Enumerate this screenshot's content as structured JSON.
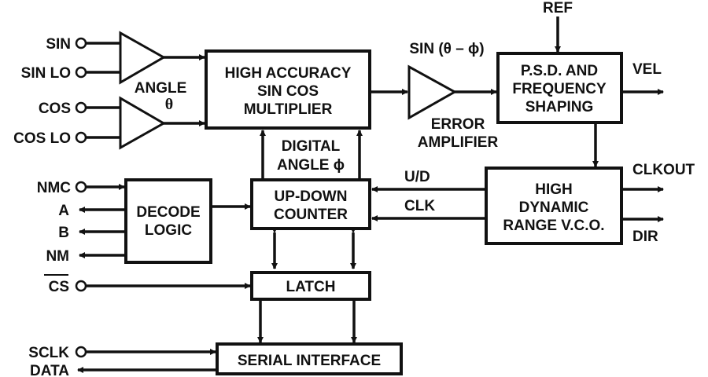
{
  "diagram": {
    "type": "block-diagram",
    "inputs": {
      "sin": "SIN",
      "sin_lo": "SIN LO",
      "cos": "COS",
      "cos_lo": "COS LO",
      "nmc": "NMC",
      "cs": "CS",
      "sclk": "SCLK",
      "ref": "REF"
    },
    "outputs": {
      "a": "A",
      "b": "B",
      "nm": "NM",
      "data": "DATA",
      "vel": "VEL",
      "clkout": "CLKOUT",
      "dir": "DIR"
    },
    "blocks": {
      "multiplier": [
        "HIGH ACCURACY",
        "SIN COS",
        "MULTIPLIER"
      ],
      "psd": [
        "P.S.D. AND",
        "FREQUENCY",
        "SHAPING"
      ],
      "vco": [
        "HIGH",
        "DYNAMIC",
        "RANGE V.C.O."
      ],
      "decode": [
        "DECODE",
        "LOGIC"
      ],
      "counter": [
        "UP-DOWN",
        "COUNTER"
      ],
      "latch": "LATCH",
      "serial": "SERIAL INTERFACE"
    },
    "annotations": {
      "angle_theta_word": "ANGLE",
      "angle_theta_symbol": "θ",
      "sin_diff": "SIN (θ – ϕ)",
      "error_amp_line1": "ERROR",
      "error_amp_line2": "AMPLIFIER",
      "digital_angle_line1": "DIGITAL",
      "digital_angle_line2": "ANGLE ϕ",
      "ud": "U/D",
      "clk": "CLK"
    }
  }
}
